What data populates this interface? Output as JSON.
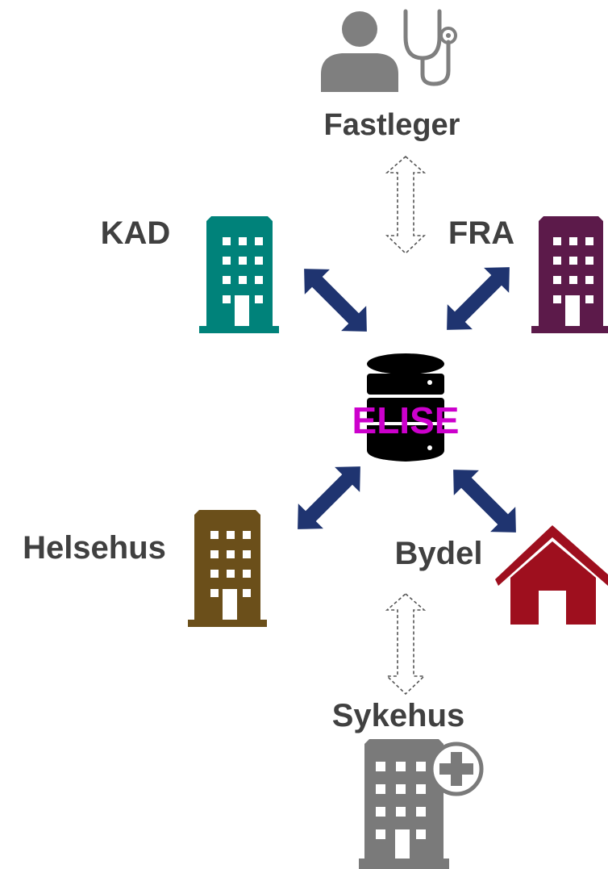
{
  "nodes": {
    "fastleger": {
      "label": "Fastleger",
      "icon": "doctor-stethoscope-icon",
      "color": "#7f7f7f"
    },
    "kad": {
      "label": "KAD",
      "icon": "office-building-icon",
      "color": "#00827a"
    },
    "fra": {
      "label": "FRA",
      "icon": "office-building-icon",
      "color": "#5c1a4a"
    },
    "elise": {
      "label": "ELISE",
      "icon": "database-icon",
      "color": "#000000",
      "label_color": "#cc00cc"
    },
    "helsehus": {
      "label": "Helsehus",
      "icon": "office-building-icon",
      "color": "#6b4f1a"
    },
    "bydel": {
      "label": "Bydel",
      "icon": "house-icon",
      "color": "#9e0f1e"
    },
    "sykehus": {
      "label": "Sykehus",
      "icon": "hospital-building-icon",
      "color": "#7a7a7a"
    }
  },
  "connections": [
    {
      "from": "fastleger",
      "to": "elise",
      "style": "dashed"
    },
    {
      "from": "kad",
      "to": "elise",
      "style": "solid"
    },
    {
      "from": "fra",
      "to": "elise",
      "style": "solid"
    },
    {
      "from": "helsehus",
      "to": "elise",
      "style": "solid"
    },
    {
      "from": "bydel",
      "to": "elise",
      "style": "solid"
    },
    {
      "from": "bydel",
      "to": "sykehus",
      "style": "dashed"
    }
  ],
  "colors": {
    "arrow": "#1f3470",
    "label": "#404040"
  }
}
